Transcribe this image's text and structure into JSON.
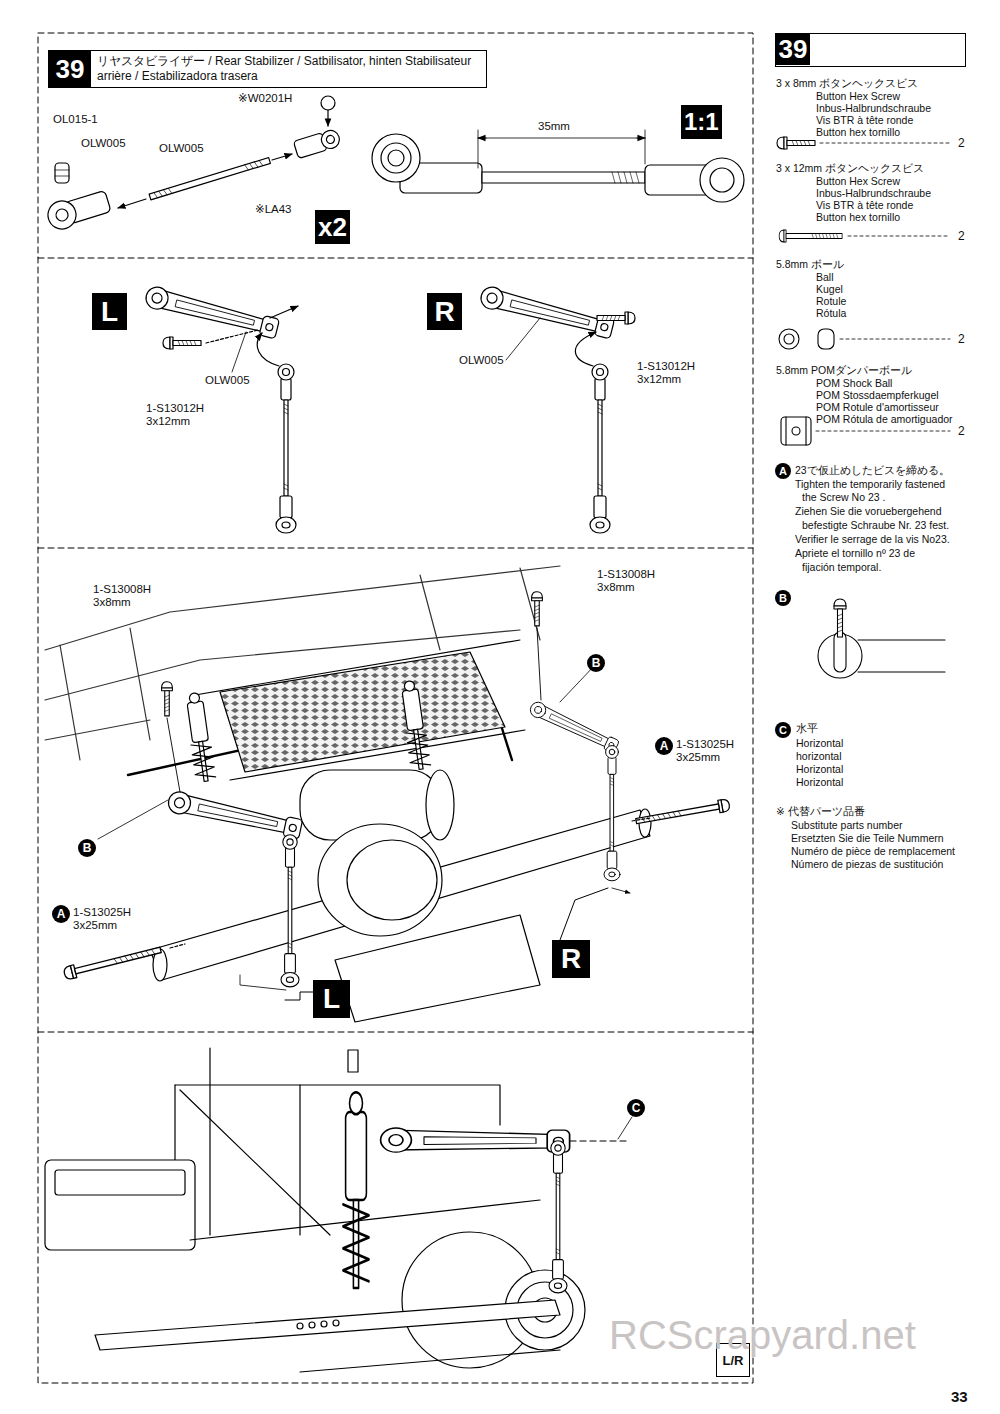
{
  "diagram": {
    "nodes": [
      {
        "text": [
          "39",
          "リヤスタビライザー / Rear Stabilizer / Satbilisator, hinten Stabilisateur arrière / Estabilizadora trasera"
        ]
      },
      {
        "text": [
          "39"
        ]
      },
      {
        "text": [
          "1:1"
        ]
      },
      {
        "text": [
          "x2"
        ]
      },
      {
        "text": [
          "L"
        ]
      },
      {
        "text": [
          "R"
        ]
      },
      {
        "text": [
          "B"
        ]
      },
      {
        "text": [
          "A"
        ]
      },
      {
        "text": [
          "B"
        ]
      },
      {
        "text": [
          "A"
        ]
      },
      {
        "text": [
          "R"
        ]
      },
      {
        "text": [
          "L"
        ]
      },
      {
        "text": [
          "C"
        ]
      },
      {
        "text": [
          "L/R"
        ]
      },
      {
        "text": [
          "A"
        ]
      },
      {
        "text": [
          "B"
        ]
      },
      {
        "text": [
          "C"
        ]
      }
    ],
    "labels": [
      "OL015-1",
      "OLW005",
      "OLW005",
      "※W0201H",
      "※LA43",
      "35mm",
      "OLW005",
      "1-S13012H 3x12mm",
      "OLW005",
      "1-S13012H 3x12mm",
      "1-S13008H 3x8mm",
      "1-S13008H 3x8mm",
      "1-S13025H 3x25mm",
      "1-S13025H 3x25mm",
      "3 x 8mm ボタンヘックスビス",
      "Button Hex Screw",
      "Inbus-Halbrundschraube",
      "Vis BTR à tête ronde",
      "Button hex tornillo",
      "2",
      "3 x 12mm ボタンヘックスビス",
      "Button Hex Screw",
      "Inbus-Halbrundschraube",
      "Vis BTR à tête ronde",
      "Button hex tornillo",
      "2",
      "5.8mm ボール",
      "Ball",
      "Kugel",
      "Rotule",
      "Rótula",
      "2",
      "5.8mm POMダンパーボール",
      "POM Shock Ball",
      "POM Stossdaempferkugel",
      "POM Rotule d'amortisseur",
      "POM Rótula de amortiguador",
      "2",
      "23で仮止めしたビスを締める。",
      "Tighten the temporarily fastened",
      "the Screw No 23 .",
      "Ziehen Sie die voruebergehend",
      "befestigte Schraube Nr. 23 fest.",
      "Verifier le serrage de la vis No23.",
      "Apriete el tornillo nº 23 de",
      "fijación temporal.",
      "水平",
      "Horizontal",
      "horizontal",
      "Horizontal",
      "Horizontal",
      "※ 代替パーツ品番",
      "Substitute parts number",
      "Ersetzten Sie die Teile Nummern",
      "Numéro de pièce de remplacement",
      "Número de piezas de sustitución",
      "33",
      "RCScrapyard.net"
    ]
  }
}
